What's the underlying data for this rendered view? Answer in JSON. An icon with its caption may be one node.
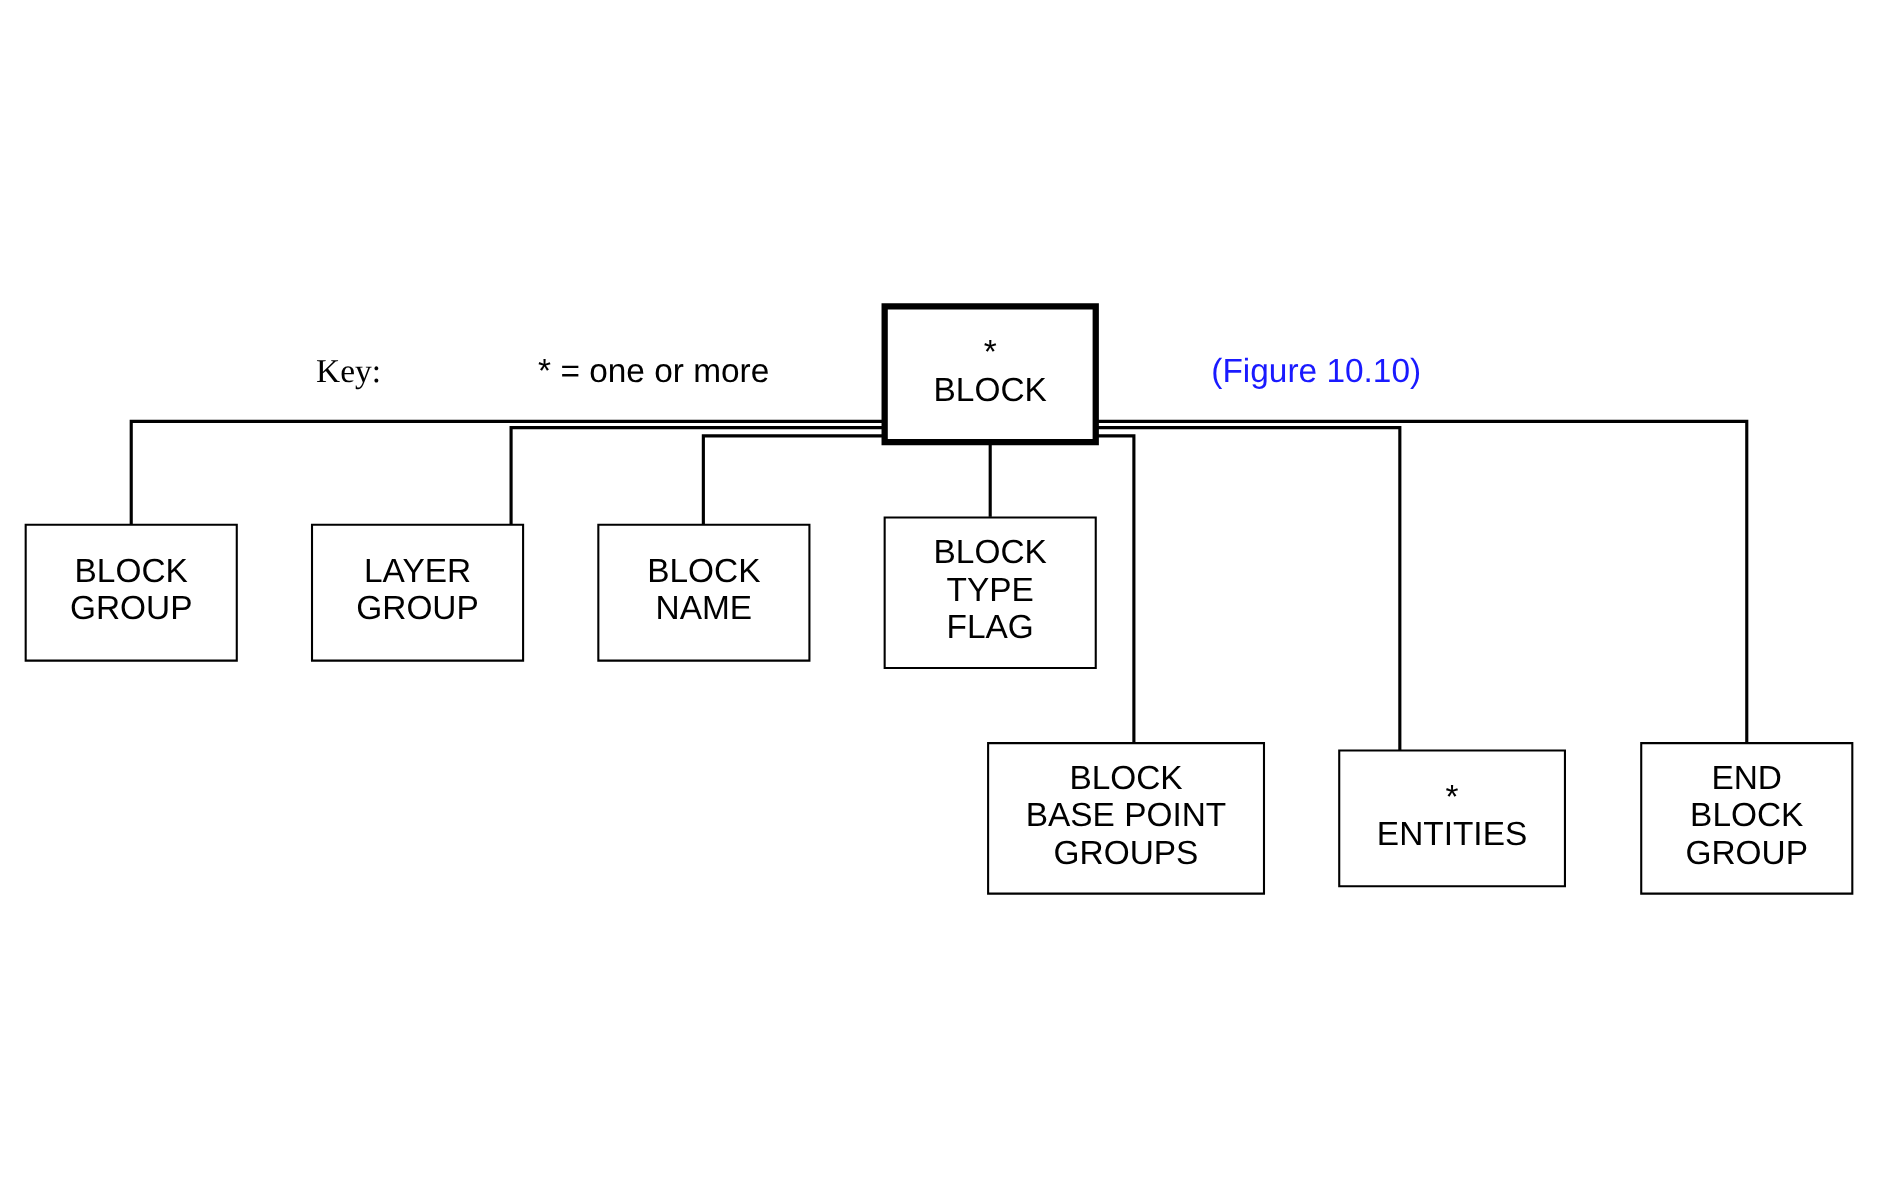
{
  "diagram": {
    "nodes": [
      {
        "text": [
          "* BLOCK"
        ],
        "beside": [
          "(Figure 10.10)"
        ]
      },
      {
        "text": [
          "BLOCK GROUP"
        ]
      },
      {
        "text": [
          "LAYER GROUP"
        ]
      },
      {
        "text": [
          "BLOCK NAME"
        ]
      },
      {
        "text": [
          "BLOCK TYPE FLAG"
        ]
      },
      {
        "text": [
          "BLOCK BASE POINT GROUPS"
        ]
      },
      {
        "text": [
          "* ENTITIES"
        ]
      },
      {
        "text": [
          "END BLOCK GROUP"
        ]
      }
    ],
    "edges": [
      {
        "from": 0,
        "to": 1,
        "arrow": "none"
      },
      {
        "from": 0,
        "to": 2,
        "arrow": "none"
      },
      {
        "from": 0,
        "to": 3,
        "arrow": "none"
      },
      {
        "from": 0,
        "to": 4,
        "arrow": "none"
      },
      {
        "from": 0,
        "to": 5,
        "arrow": "none"
      },
      {
        "from": 0,
        "to": 6,
        "arrow": "none"
      },
      {
        "from": 0,
        "to": 7,
        "arrow": "none"
      }
    ],
    "labels": [
      "Key:",
      "* = one or more"
    ]
  }
}
